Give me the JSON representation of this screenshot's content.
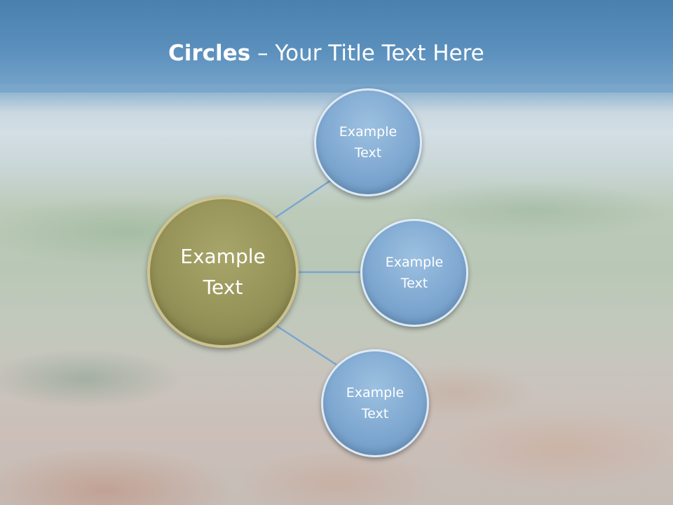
{
  "title": {
    "bold_part": "Circles",
    "rest": " – Your Title Text Here"
  },
  "diagram": {
    "center": {
      "label": "Example\nText"
    },
    "nodes": [
      {
        "label": "Example\nText"
      },
      {
        "label": "Example\nText"
      },
      {
        "label": "Example\nText"
      }
    ]
  },
  "colors": {
    "header": "#4f86b4",
    "center_fill": "#969359",
    "node_fill": "#7fa8d1",
    "connector": "#7aa6cf",
    "text": "#ffffff"
  }
}
